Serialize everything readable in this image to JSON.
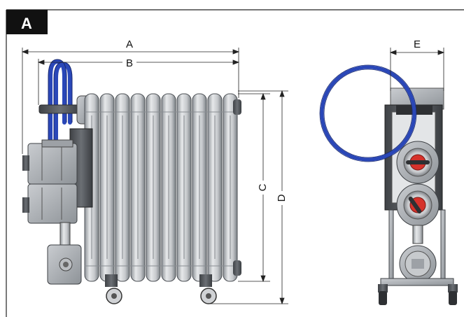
{
  "panel": {
    "label": "A"
  },
  "dimensions": {
    "a": "A",
    "b": "B",
    "c": "C",
    "d": "D",
    "e": "E"
  },
  "colors": {
    "frame": "#222222",
    "badge": "#111111",
    "metal_light": "#d4d6d8",
    "metal_mid": "#a9adb1",
    "metal_dark": "#5d6166",
    "hose": "#2a47b8",
    "knob_red": "#d6322b"
  }
}
